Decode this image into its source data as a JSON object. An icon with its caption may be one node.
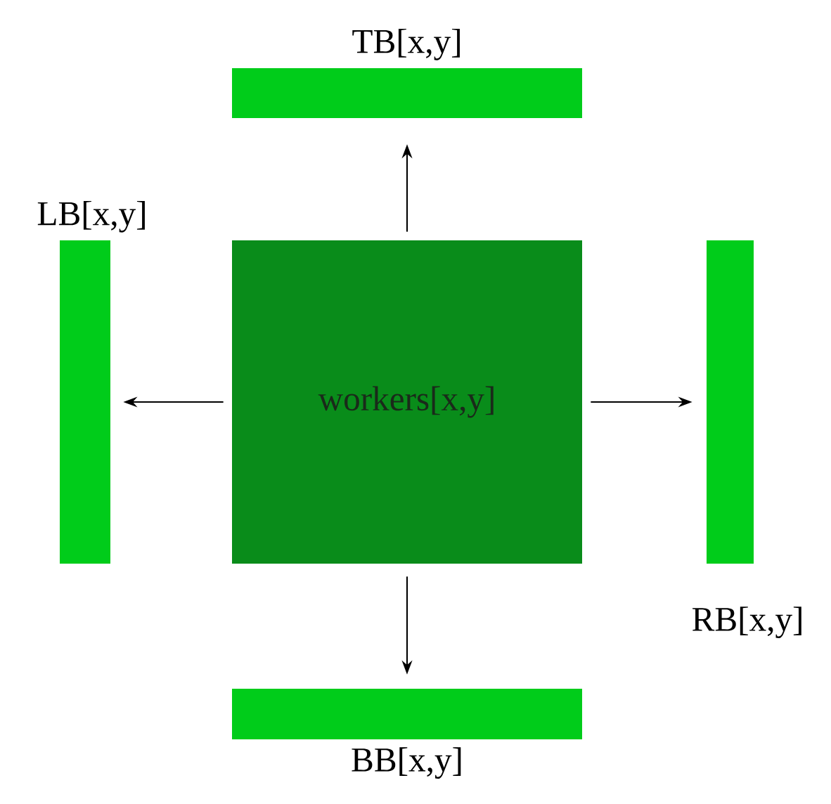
{
  "diagram": {
    "nodes": [
      {
        "text": [
          "workers[x,y]"
        ]
      },
      {
        "text": [
          "TB[x,y]"
        ]
      },
      {
        "text": [
          "LB[x,y]"
        ]
      },
      {
        "text": [
          "RB[x,y]"
        ]
      },
      {
        "text": [
          "BB[x,y]"
        ]
      }
    ],
    "edges": [
      {
        "from": 0,
        "to": 1,
        "arrow": "to"
      },
      {
        "from": 0,
        "to": 2,
        "arrow": "to"
      },
      {
        "from": 0,
        "to": 3,
        "arrow": "to"
      },
      {
        "from": 0,
        "to": 4,
        "arrow": "to"
      }
    ]
  }
}
